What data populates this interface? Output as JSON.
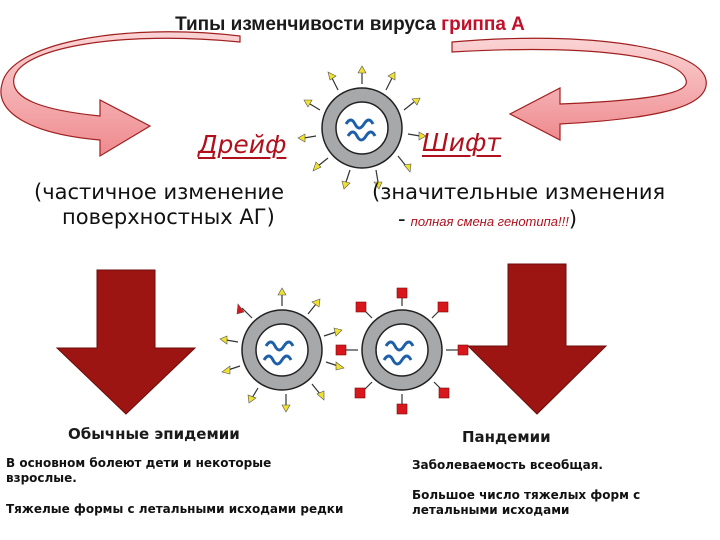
{
  "title": {
    "main": "Типы изменчивости вируса",
    "accent": "гриппа А"
  },
  "colors": {
    "arrow_pink": "#f5a8ab",
    "arrow_dark_red": "#9c1512",
    "accent_red": "#b0101c",
    "virion_grey": "#a7a8aa",
    "rna_blue": "#1d5fa8",
    "spike_yellow": "#f0e030",
    "spike_red": "#d8171c"
  },
  "left": {
    "term": "Дрейф",
    "desc_line1": "(частичное изменение",
    "desc_line2": "поверхностных АГ)",
    "outcome": "Обычные эпидемии",
    "note1": "В основном болеют дети и некоторые взрослые.",
    "note2": "Тяжелые формы с летальными исходами редки"
  },
  "right": {
    "term": "Шифт",
    "desc_line1": "(значительные изменения",
    "desc_dash": "-",
    "desc_detail": "полная смена генотипа!!!",
    "desc_close": ")",
    "outcome": "Пандемии",
    "note1": "Заболеваемость всеобщая.",
    "note2": "Большое число тяжелых форм с летальными исходами"
  },
  "icons": {
    "top_virion": "virus-icon",
    "drift_virion": "virus-icon",
    "shift_virion": "virus-icon"
  }
}
